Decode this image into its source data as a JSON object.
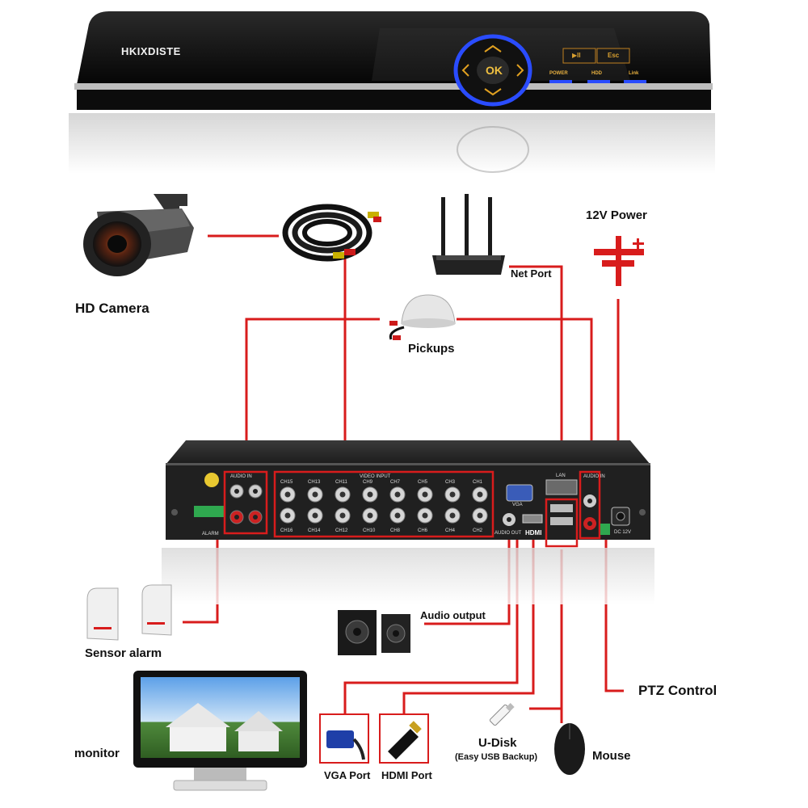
{
  "dvr": {
    "brand": "HKIXDISTE",
    "ok_label": "OK",
    "play_label": "▶II",
    "esc_label": "Esc",
    "power_label": "POWER",
    "hdd_label": "HDD",
    "link_label": "Link"
  },
  "rear_panel": {
    "audio_in_label": "AUDIO IN",
    "video_input_label": "VIDEO INPUT",
    "lan_label": "LAN",
    "vga_label": "VGA",
    "audio_out_label": "AUDIO OUT",
    "hdmi_label": "HDMI",
    "alarm_label": "ALARM",
    "dc_label": "DC 12V",
    "top_channels": [
      "CH15",
      "CH13",
      "CH11",
      "CH9",
      "CH7",
      "CH5",
      "CH3",
      "CH1"
    ],
    "bottom_channels": [
      "CH16",
      "CH14",
      "CH12",
      "CH10",
      "CH8",
      "CH6",
      "CH4",
      "CH2"
    ]
  },
  "labels": {
    "power": "12V Power",
    "camera": "HD Camera",
    "net_port": "Net Port",
    "pickups": "Pickups",
    "sensor_alarm": "Sensor alarm",
    "audio_output": "Audio output",
    "ptz_control": "PTZ Control",
    "monitor": "monitor",
    "vga_port": "VGA Port",
    "hdmi_port": "HDMI Port",
    "udisk": "U-Disk",
    "udisk_sub": "(Easy USB Backup)",
    "mouse": "Mouse"
  },
  "colors": {
    "wire": "#d81c1c",
    "chassis": "#1a1a1a",
    "accent_blue": "#2a4cff"
  }
}
